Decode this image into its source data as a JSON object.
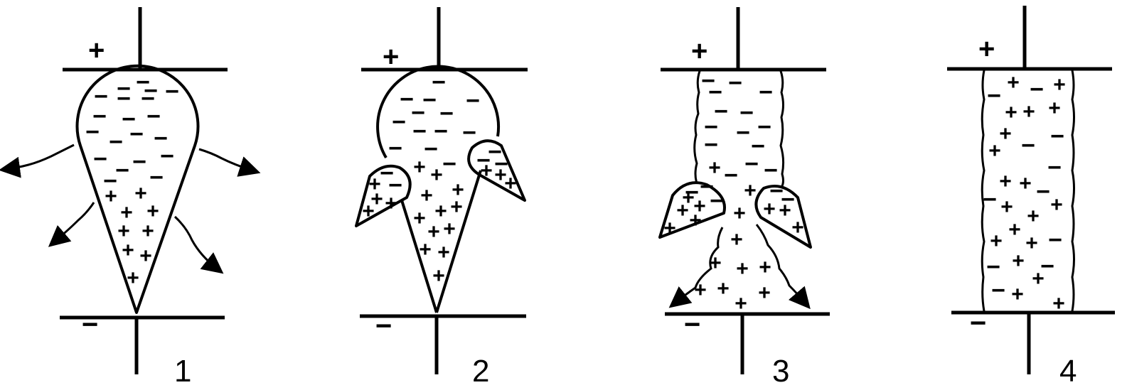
{
  "stages": [
    {
      "number": "1",
      "top_polarity": "+",
      "bottom_polarity": "−"
    },
    {
      "number": "2",
      "top_polarity": "+",
      "bottom_polarity": "−"
    },
    {
      "number": "3",
      "top_polarity": "+",
      "bottom_polarity": "−"
    },
    {
      "number": "4",
      "top_polarity": "+",
      "bottom_polarity": "−"
    }
  ],
  "symbols": {
    "plus": "+",
    "minus": "−"
  }
}
